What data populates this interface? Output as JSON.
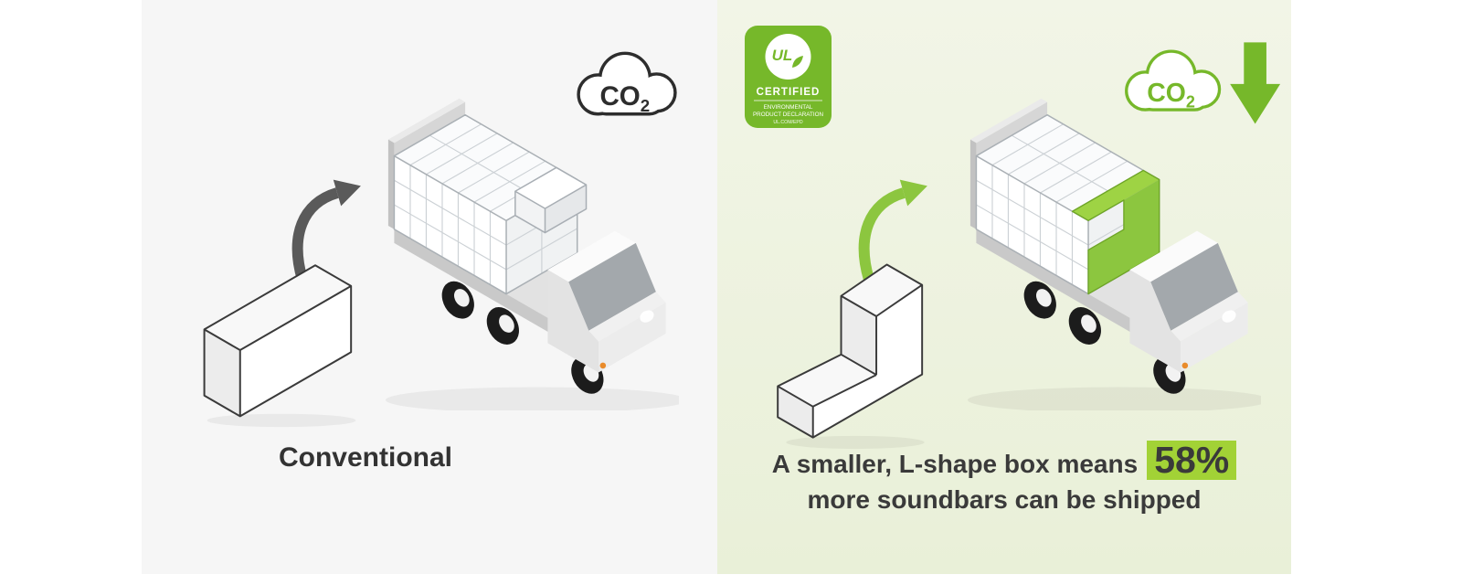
{
  "colors": {
    "accent_green": "#76b82a",
    "light_green": "#8cc63f",
    "highlight_green": "#a2d236",
    "dark_text": "#3a3a3a",
    "arrow_gray": "#5a5a5a",
    "left_panel_bg": "#f6f6f6",
    "right_panel_bg": "#edf2df"
  },
  "left": {
    "caption": "Conventional",
    "co2": {
      "base": "CO",
      "sub": "2"
    }
  },
  "right": {
    "co2": {
      "base": "CO",
      "sub": "2"
    },
    "badge": {
      "logo": "UL",
      "certified": "CERTIFIED",
      "line1": "ENVIRONMENTAL",
      "line2": "PRODUCT DECLARATION",
      "line3": "UL.COM/EPD"
    },
    "caption": {
      "prefix": "A smaller, L-shape box means",
      "highlight": "58%",
      "line2": "more soundbars can be shipped"
    }
  }
}
